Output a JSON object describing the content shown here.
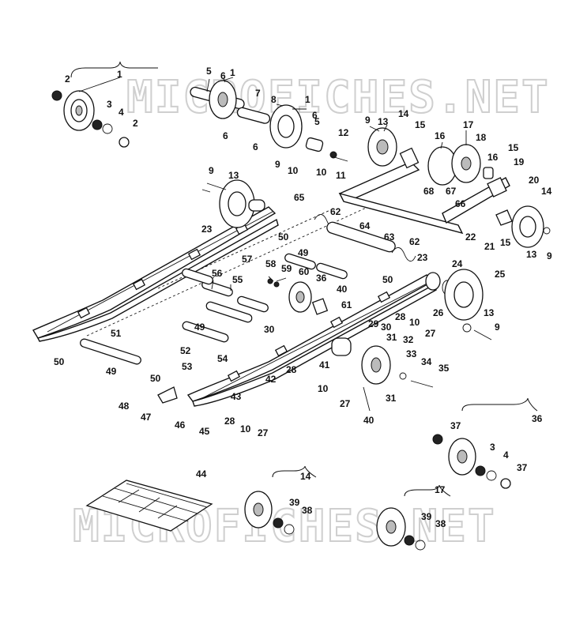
{
  "watermark": {
    "text_top": "MICROFICHES.NET",
    "text_bottom": "MICROFICHES.NET"
  },
  "callouts": [
    {
      "id": "c1a",
      "text": "1"
    },
    {
      "id": "c2a",
      "text": "2"
    },
    {
      "id": "c3a",
      "text": "3"
    },
    {
      "id": "c4a",
      "text": "4"
    },
    {
      "id": "c2b",
      "text": "2"
    },
    {
      "id": "c5a",
      "text": "5"
    },
    {
      "id": "c6a",
      "text": "6"
    },
    {
      "id": "c1b",
      "text": "1"
    },
    {
      "id": "c7",
      "text": "7"
    },
    {
      "id": "c8",
      "text": "8"
    },
    {
      "id": "c6b",
      "text": "6"
    },
    {
      "id": "c1c",
      "text": "1"
    },
    {
      "id": "c6c",
      "text": "6"
    },
    {
      "id": "c5b",
      "text": "5"
    },
    {
      "id": "c6d",
      "text": "6"
    },
    {
      "id": "c12",
      "text": "12"
    },
    {
      "id": "c10a",
      "text": "10"
    },
    {
      "id": "c11",
      "text": "11"
    },
    {
      "id": "c9a",
      "text": "9"
    },
    {
      "id": "c13a",
      "text": "13"
    },
    {
      "id": "c14a",
      "text": "14"
    },
    {
      "id": "c15a",
      "text": "15"
    },
    {
      "id": "c16a",
      "text": "16"
    },
    {
      "id": "c17a",
      "text": "17"
    },
    {
      "id": "c18",
      "text": "18"
    },
    {
      "id": "c16b",
      "text": "16"
    },
    {
      "id": "c15b",
      "text": "15"
    },
    {
      "id": "c19",
      "text": "19"
    },
    {
      "id": "c20",
      "text": "20"
    },
    {
      "id": "c14b",
      "text": "14"
    },
    {
      "id": "c68",
      "text": "68"
    },
    {
      "id": "c67",
      "text": "67"
    },
    {
      "id": "c66",
      "text": "66"
    },
    {
      "id": "c65",
      "text": "65"
    },
    {
      "id": "c9b",
      "text": "9"
    },
    {
      "id": "c13b",
      "text": "13"
    },
    {
      "id": "c9c",
      "text": "9"
    },
    {
      "id": "c10b",
      "text": "10"
    },
    {
      "id": "c23a",
      "text": "23"
    },
    {
      "id": "c62a",
      "text": "62"
    },
    {
      "id": "c64",
      "text": "64"
    },
    {
      "id": "c63",
      "text": "63"
    },
    {
      "id": "c62b",
      "text": "62"
    },
    {
      "id": "c22",
      "text": "22"
    },
    {
      "id": "c21",
      "text": "21"
    },
    {
      "id": "c15c",
      "text": "15"
    },
    {
      "id": "c13c",
      "text": "13"
    },
    {
      "id": "c9d",
      "text": "9"
    },
    {
      "id": "c50a",
      "text": "50"
    },
    {
      "id": "c49a",
      "text": "49"
    },
    {
      "id": "c57",
      "text": "57"
    },
    {
      "id": "c58",
      "text": "58"
    },
    {
      "id": "c59",
      "text": "59"
    },
    {
      "id": "c60",
      "text": "60"
    },
    {
      "id": "c36a",
      "text": "36"
    },
    {
      "id": "c40a",
      "text": "40"
    },
    {
      "id": "c61",
      "text": "61"
    },
    {
      "id": "c56",
      "text": "56"
    },
    {
      "id": "c55",
      "text": "55"
    },
    {
      "id": "c23b",
      "text": "23"
    },
    {
      "id": "c24",
      "text": "24"
    },
    {
      "id": "c25",
      "text": "25"
    },
    {
      "id": "c50b",
      "text": "50"
    },
    {
      "id": "c26",
      "text": "26"
    },
    {
      "id": "c28a",
      "text": "28"
    },
    {
      "id": "c10c",
      "text": "10"
    },
    {
      "id": "c27a",
      "text": "27"
    },
    {
      "id": "c13d",
      "text": "13"
    },
    {
      "id": "c9e",
      "text": "9"
    },
    {
      "id": "c51",
      "text": "51"
    },
    {
      "id": "c50c",
      "text": "50"
    },
    {
      "id": "c49b",
      "text": "49"
    },
    {
      "id": "c30a",
      "text": "30"
    },
    {
      "id": "c52",
      "text": "52"
    },
    {
      "id": "c29",
      "text": "29"
    },
    {
      "id": "c30b",
      "text": "30"
    },
    {
      "id": "c31a",
      "text": "31"
    },
    {
      "id": "c32",
      "text": "32"
    },
    {
      "id": "c33",
      "text": "33"
    },
    {
      "id": "c34",
      "text": "34"
    },
    {
      "id": "c35",
      "text": "35"
    },
    {
      "id": "c49c",
      "text": "49"
    },
    {
      "id": "c53",
      "text": "53"
    },
    {
      "id": "c54",
      "text": "54"
    },
    {
      "id": "c41",
      "text": "41"
    },
    {
      "id": "c42",
      "text": "42"
    },
    {
      "id": "c28b",
      "text": "28"
    },
    {
      "id": "c10d",
      "text": "10"
    },
    {
      "id": "c50d",
      "text": "50"
    },
    {
      "id": "c48",
      "text": "48"
    },
    {
      "id": "c47",
      "text": "47"
    },
    {
      "id": "c46",
      "text": "46"
    },
    {
      "id": "c45",
      "text": "45"
    },
    {
      "id": "c43",
      "text": "43"
    },
    {
      "id": "c28c",
      "text": "28"
    },
    {
      "id": "c10e",
      "text": "10"
    },
    {
      "id": "c27b",
      "text": "27"
    },
    {
      "id": "c27c",
      "text": "27"
    },
    {
      "id": "c31b",
      "text": "31"
    },
    {
      "id": "c40b",
      "text": "40"
    },
    {
      "id": "c36b",
      "text": "36"
    },
    {
      "id": "c37a",
      "text": "37"
    },
    {
      "id": "c3b",
      "text": "3"
    },
    {
      "id": "c4b",
      "text": "4"
    },
    {
      "id": "c37b",
      "text": "37"
    },
    {
      "id": "c44",
      "text": "44"
    },
    {
      "id": "c14c",
      "text": "14"
    },
    {
      "id": "c39a",
      "text": "39"
    },
    {
      "id": "c38a",
      "text": "38"
    },
    {
      "id": "c17b",
      "text": "17"
    },
    {
      "id": "c39b",
      "text": "39"
    },
    {
      "id": "c38b",
      "text": "38"
    }
  ]
}
